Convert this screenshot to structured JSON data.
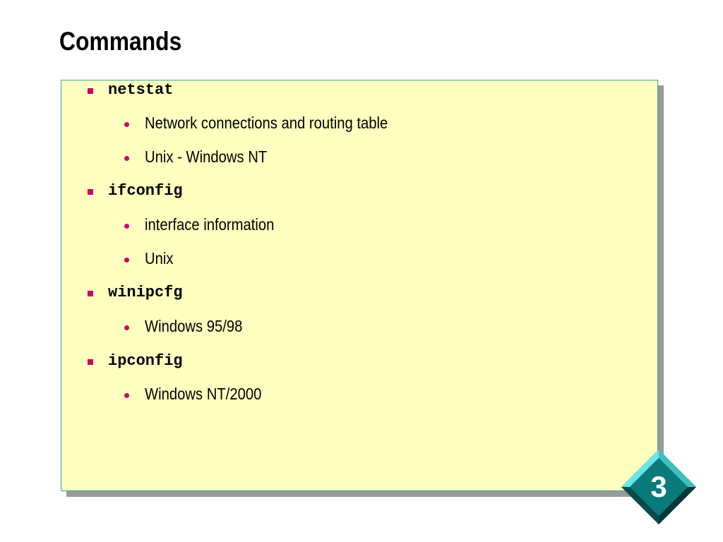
{
  "slide": {
    "title": "Commands",
    "bullets": [
      {
        "label": "netstat",
        "sub": [
          "Network connections and routing table",
          "Unix - Windows NT"
        ]
      },
      {
        "label": "ifconfig",
        "sub": [
          "interface information",
          "Unix"
        ]
      },
      {
        "label": "winipcfg",
        "sub": [
          "Windows 95/98"
        ]
      },
      {
        "label": "ipconfig",
        "sub": [
          "Windows NT/2000"
        ]
      }
    ],
    "page_badge": "3"
  },
  "colors": {
    "box_fill": "#ffffc0",
    "box_border": "#3aa0a8",
    "bullet": "#cc0066",
    "badge_face": "#0a7a7a"
  },
  "icons": {
    "level1_bullet": "square-bullet-icon",
    "level2_bullet": "round-bullet-icon",
    "badge": "diamond-badge-icon"
  }
}
